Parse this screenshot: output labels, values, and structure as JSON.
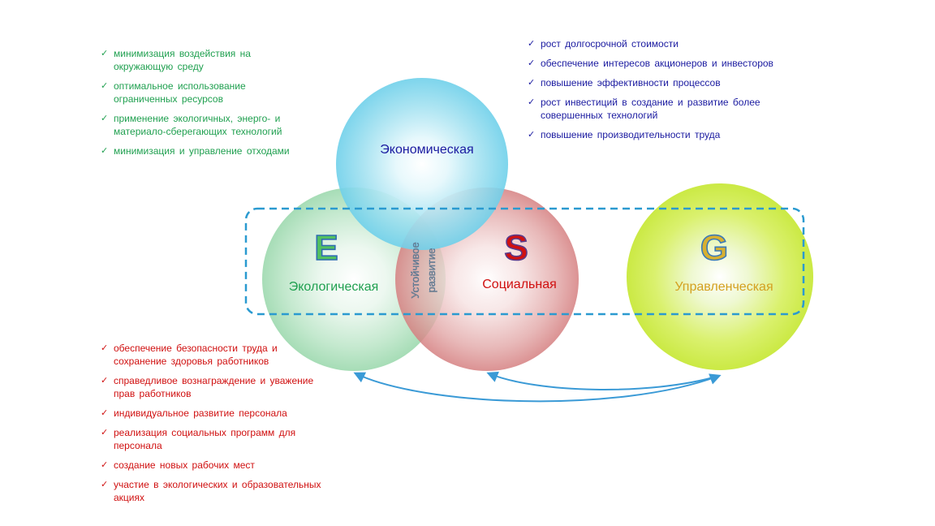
{
  "colors": {
    "environmental": "#20a050",
    "economic": "#1a1aa0",
    "social": "#d01010",
    "governance": "#d4a020",
    "dash_frame": "#2a9ad0",
    "arrow": "#3a9ad6"
  },
  "circles": {
    "economic": {
      "label": "Экономическая"
    },
    "environmental": {
      "letter": "E",
      "label": "Экологическая"
    },
    "social": {
      "letter": "S",
      "label": "Социальная"
    },
    "governance": {
      "letter": "G",
      "label": "Управленческая"
    }
  },
  "sustainable_label": {
    "line1": "Устойчивое",
    "line2": "развитие"
  },
  "environmental_points": [
    "минимизация воздействия на окружающую среду",
    "оптимальное использование ограниченных ресурсов",
    "применение экологичных, энерго- и материало-сберегающих технологий",
    "минимизация и управление отходами"
  ],
  "economic_points": [
    "рост долгосрочной стоимости",
    "обеспечение интересов акционеров и инвесторов",
    "повышение эффективности процессов",
    "рост инвестиций в создание и развитие более совершенных технологий",
    "повышение производительности труда"
  ],
  "social_points": [
    "обеспечение безопасности труда и сохранение здоровья работников",
    "справедливое вознаграждение и уважение прав работников",
    "индивидуальное развитие персонала",
    "реализация социальных программ для персонала",
    "создание новых рабочих мест",
    "участие в экологических и образовательных акциях"
  ]
}
